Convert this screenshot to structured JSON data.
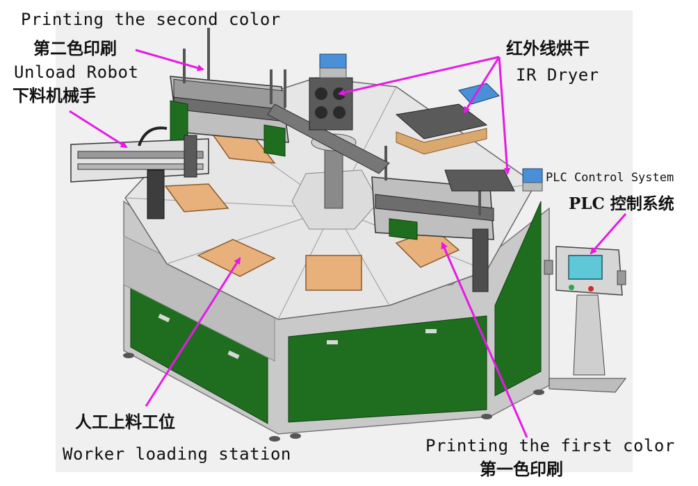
{
  "labels": {
    "second_color_en": "Printing the second color",
    "second_color_cn": "第二色印刷",
    "unload_robot_en": "Unload Robot",
    "unload_robot_cn": "下料机械手",
    "ir_dryer_cn": "红外线烘干",
    "ir_dryer_en": "IR Dryer",
    "plc_en": "PLC Control System",
    "plc_cn": "PLC 控制系统",
    "worker_cn": "人工上料工位",
    "worker_en": "Worker loading station",
    "first_color_en": "Printing the first color",
    "first_color_cn": "第一色印刷"
  },
  "colors": {
    "arrow": "#e619e6",
    "machine_green": "#1f6e1f",
    "frame_gray": "#c8c8c8",
    "pallet": "#e8b07a",
    "screen": "#5ec8d8",
    "dryer_blue": "#4a90d9",
    "background_panel": "#ededed"
  }
}
